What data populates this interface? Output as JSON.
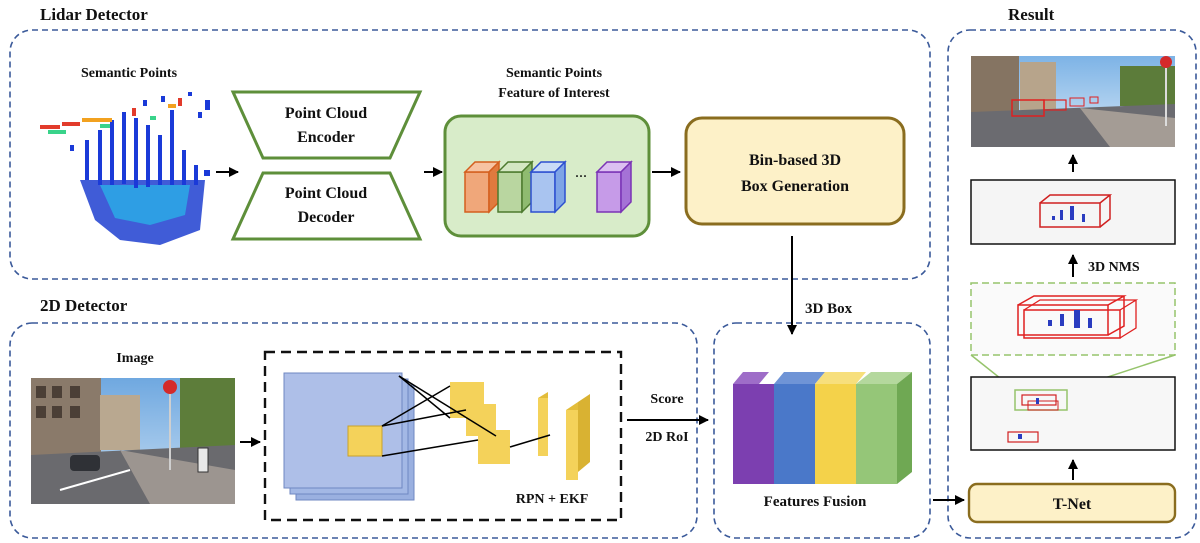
{
  "sections": {
    "lidar": "Lidar Detector",
    "detector2d": "2D Detector",
    "result": "Result"
  },
  "lidar": {
    "semantic_points": "Semantic Points",
    "encoder_line1": "Point Cloud",
    "encoder_line2": "Encoder",
    "decoder_line1": "Point Cloud",
    "decoder_line2": "Decoder",
    "foi_line1": "Semantic Points",
    "foi_line2": "Feature of Interest",
    "ellipsis": "···",
    "bin_line1": "Bin-based 3D",
    "bin_line2": "Box Generation",
    "box3d": "3D Box"
  },
  "detector2d": {
    "image": "Image",
    "rpn": "RPN + EKF",
    "score": "Score",
    "roi": "2D RoI"
  },
  "fusion": {
    "label": "Features Fusion"
  },
  "result": {
    "nms": "3D NMS",
    "tnet": "T-Net"
  },
  "colors": {
    "dashed_border": "#3b5a9a",
    "green_block": "#5e8f3a",
    "green_fill": "#d8ecc9",
    "yellow_fill": "#fdf1c8",
    "yellow_border": "#8a6d1f",
    "fusion_purple": "#7c3fb0",
    "fusion_blue": "#4a78c9",
    "fusion_yellow": "#f4d24a",
    "fusion_green": "#95c678"
  }
}
